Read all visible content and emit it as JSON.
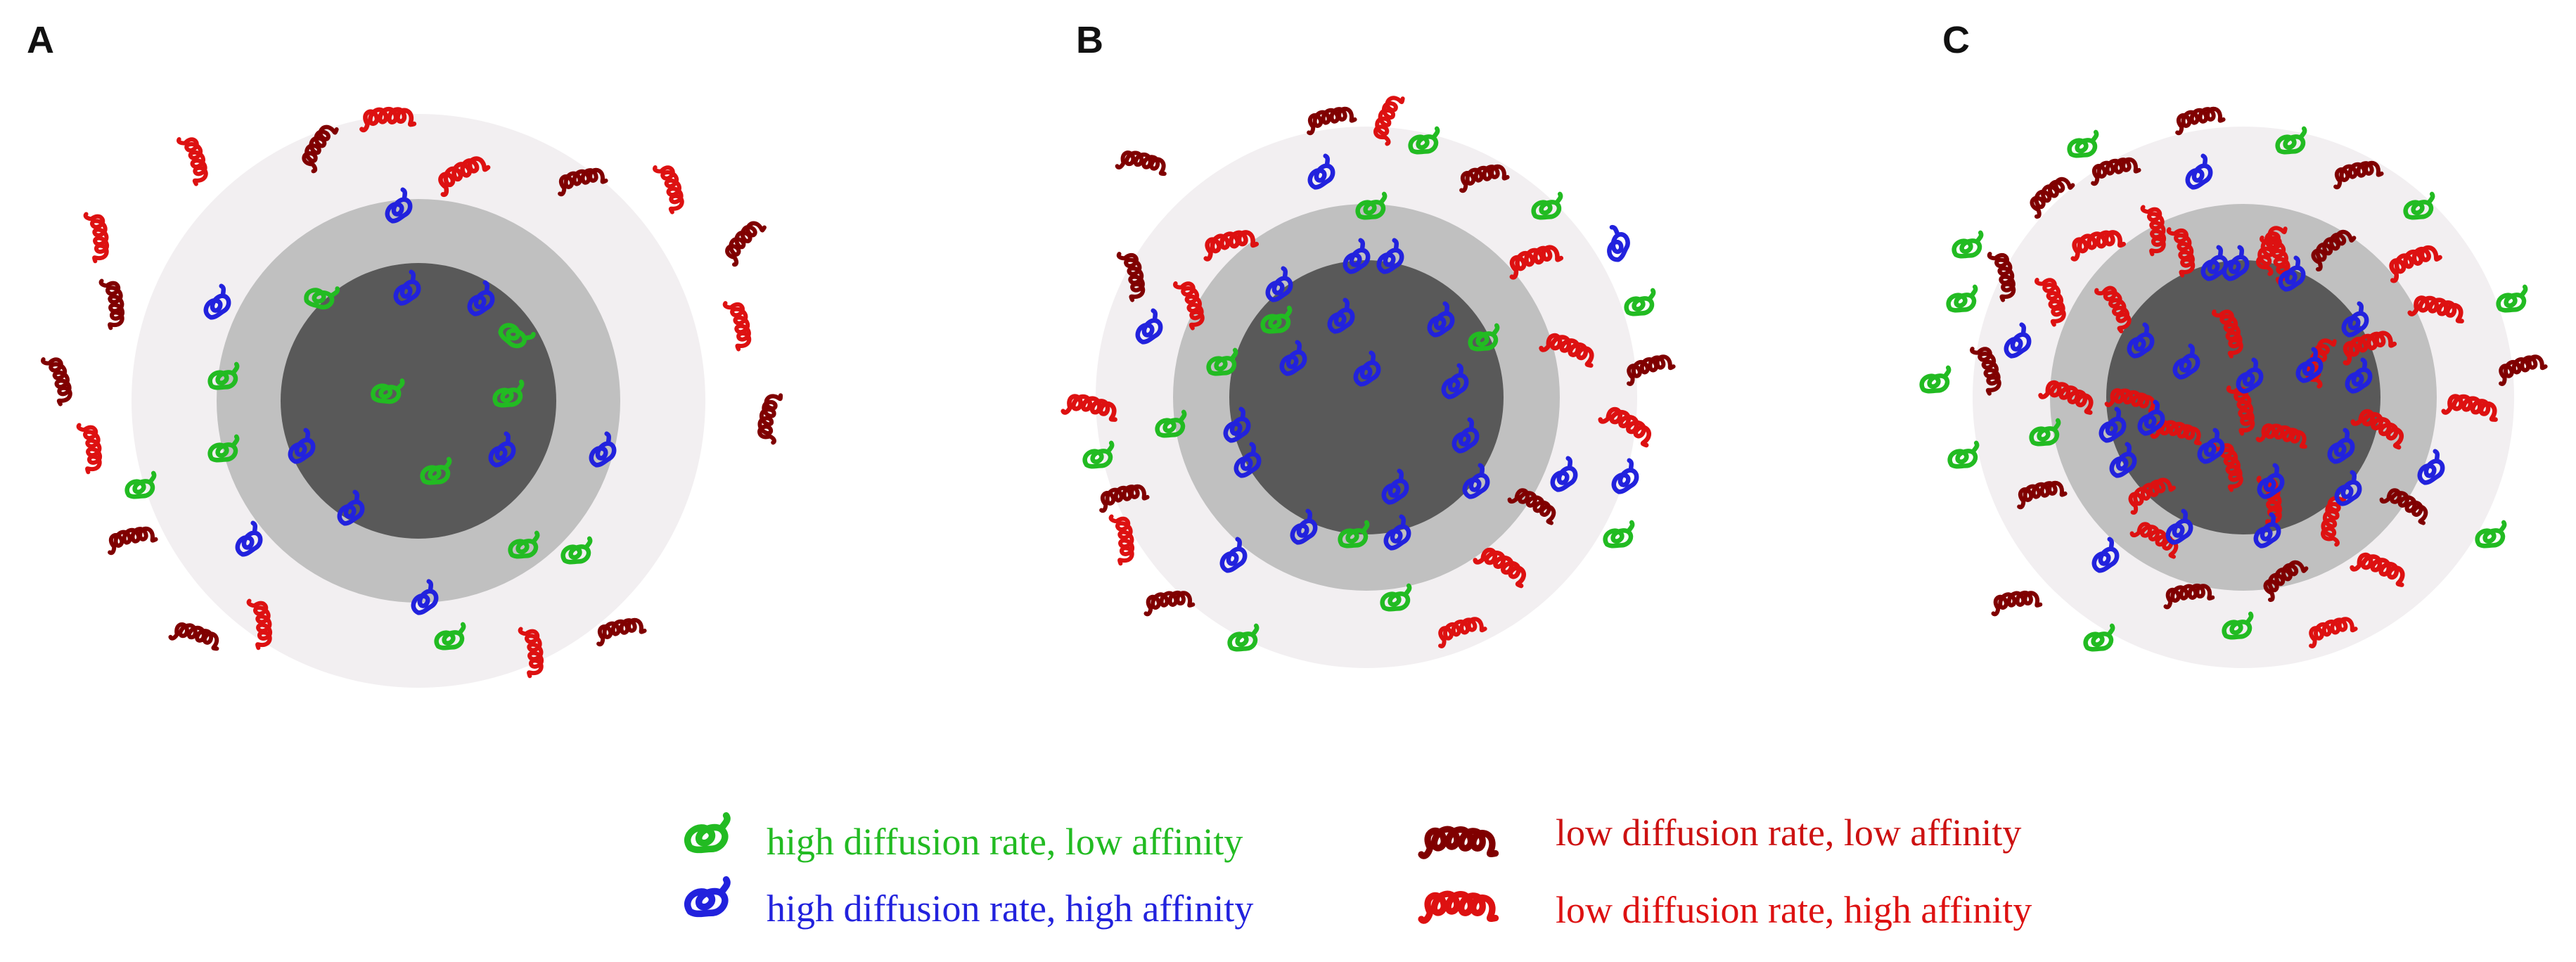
{
  "panels": [
    {
      "letter": "A"
    },
    {
      "letter": "B"
    },
    {
      "letter": "C"
    }
  ],
  "legend": [
    {
      "id": "green",
      "label": "high diffusion rate, low affinity",
      "color": "#22bb22",
      "glyph": "small-squiggle-icon"
    },
    {
      "id": "blue",
      "label": "high diffusion rate, high affinity",
      "color": "#2222dd",
      "glyph": "small-squiggle-icon"
    },
    {
      "id": "maroon",
      "label": "low diffusion rate, low affinity",
      "color": "#800000",
      "glyph": "large-squiggle-icon"
    },
    {
      "id": "red",
      "label": "low diffusion rate, high affinity",
      "color": "#dd1111",
      "glyph": "large-squiggle-icon"
    }
  ],
  "colors": {
    "outer_zone": "#f2eff1",
    "middle_zone": "#c0c0c0",
    "core": "#595959"
  }
}
